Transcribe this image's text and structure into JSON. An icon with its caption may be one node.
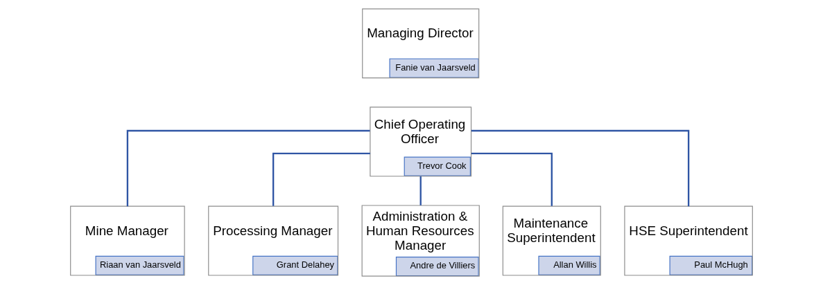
{
  "diagram": {
    "nodes": [
      {
        "text": [
          "Managing Director",
          "Fanie van Jaarsveld"
        ]
      },
      {
        "text": [
          "Chief Operating Officer",
          "Trevor Cook"
        ]
      },
      {
        "text": [
          "Mine Manager",
          "Riaan van Jaarsveld"
        ]
      },
      {
        "text": [
          "Processing Manager",
          "Grant Delahey"
        ]
      },
      {
        "text": [
          "Administration & Human Resources Manager",
          "Andre de Villiers"
        ]
      },
      {
        "text": [
          "Maintenance Superintendent",
          "Allan Willis"
        ]
      },
      {
        "text": [
          "HSE Superintendent",
          "Paul McHugh"
        ]
      }
    ],
    "edges": [
      {
        "from": 1,
        "to": 2,
        "arrow": "none"
      },
      {
        "from": 1,
        "to": 3,
        "arrow": "none"
      },
      {
        "from": 1,
        "to": 4,
        "arrow": "none"
      },
      {
        "from": 1,
        "to": 5,
        "arrow": "none"
      },
      {
        "from": 1,
        "to": 6,
        "arrow": "none"
      }
    ]
  }
}
